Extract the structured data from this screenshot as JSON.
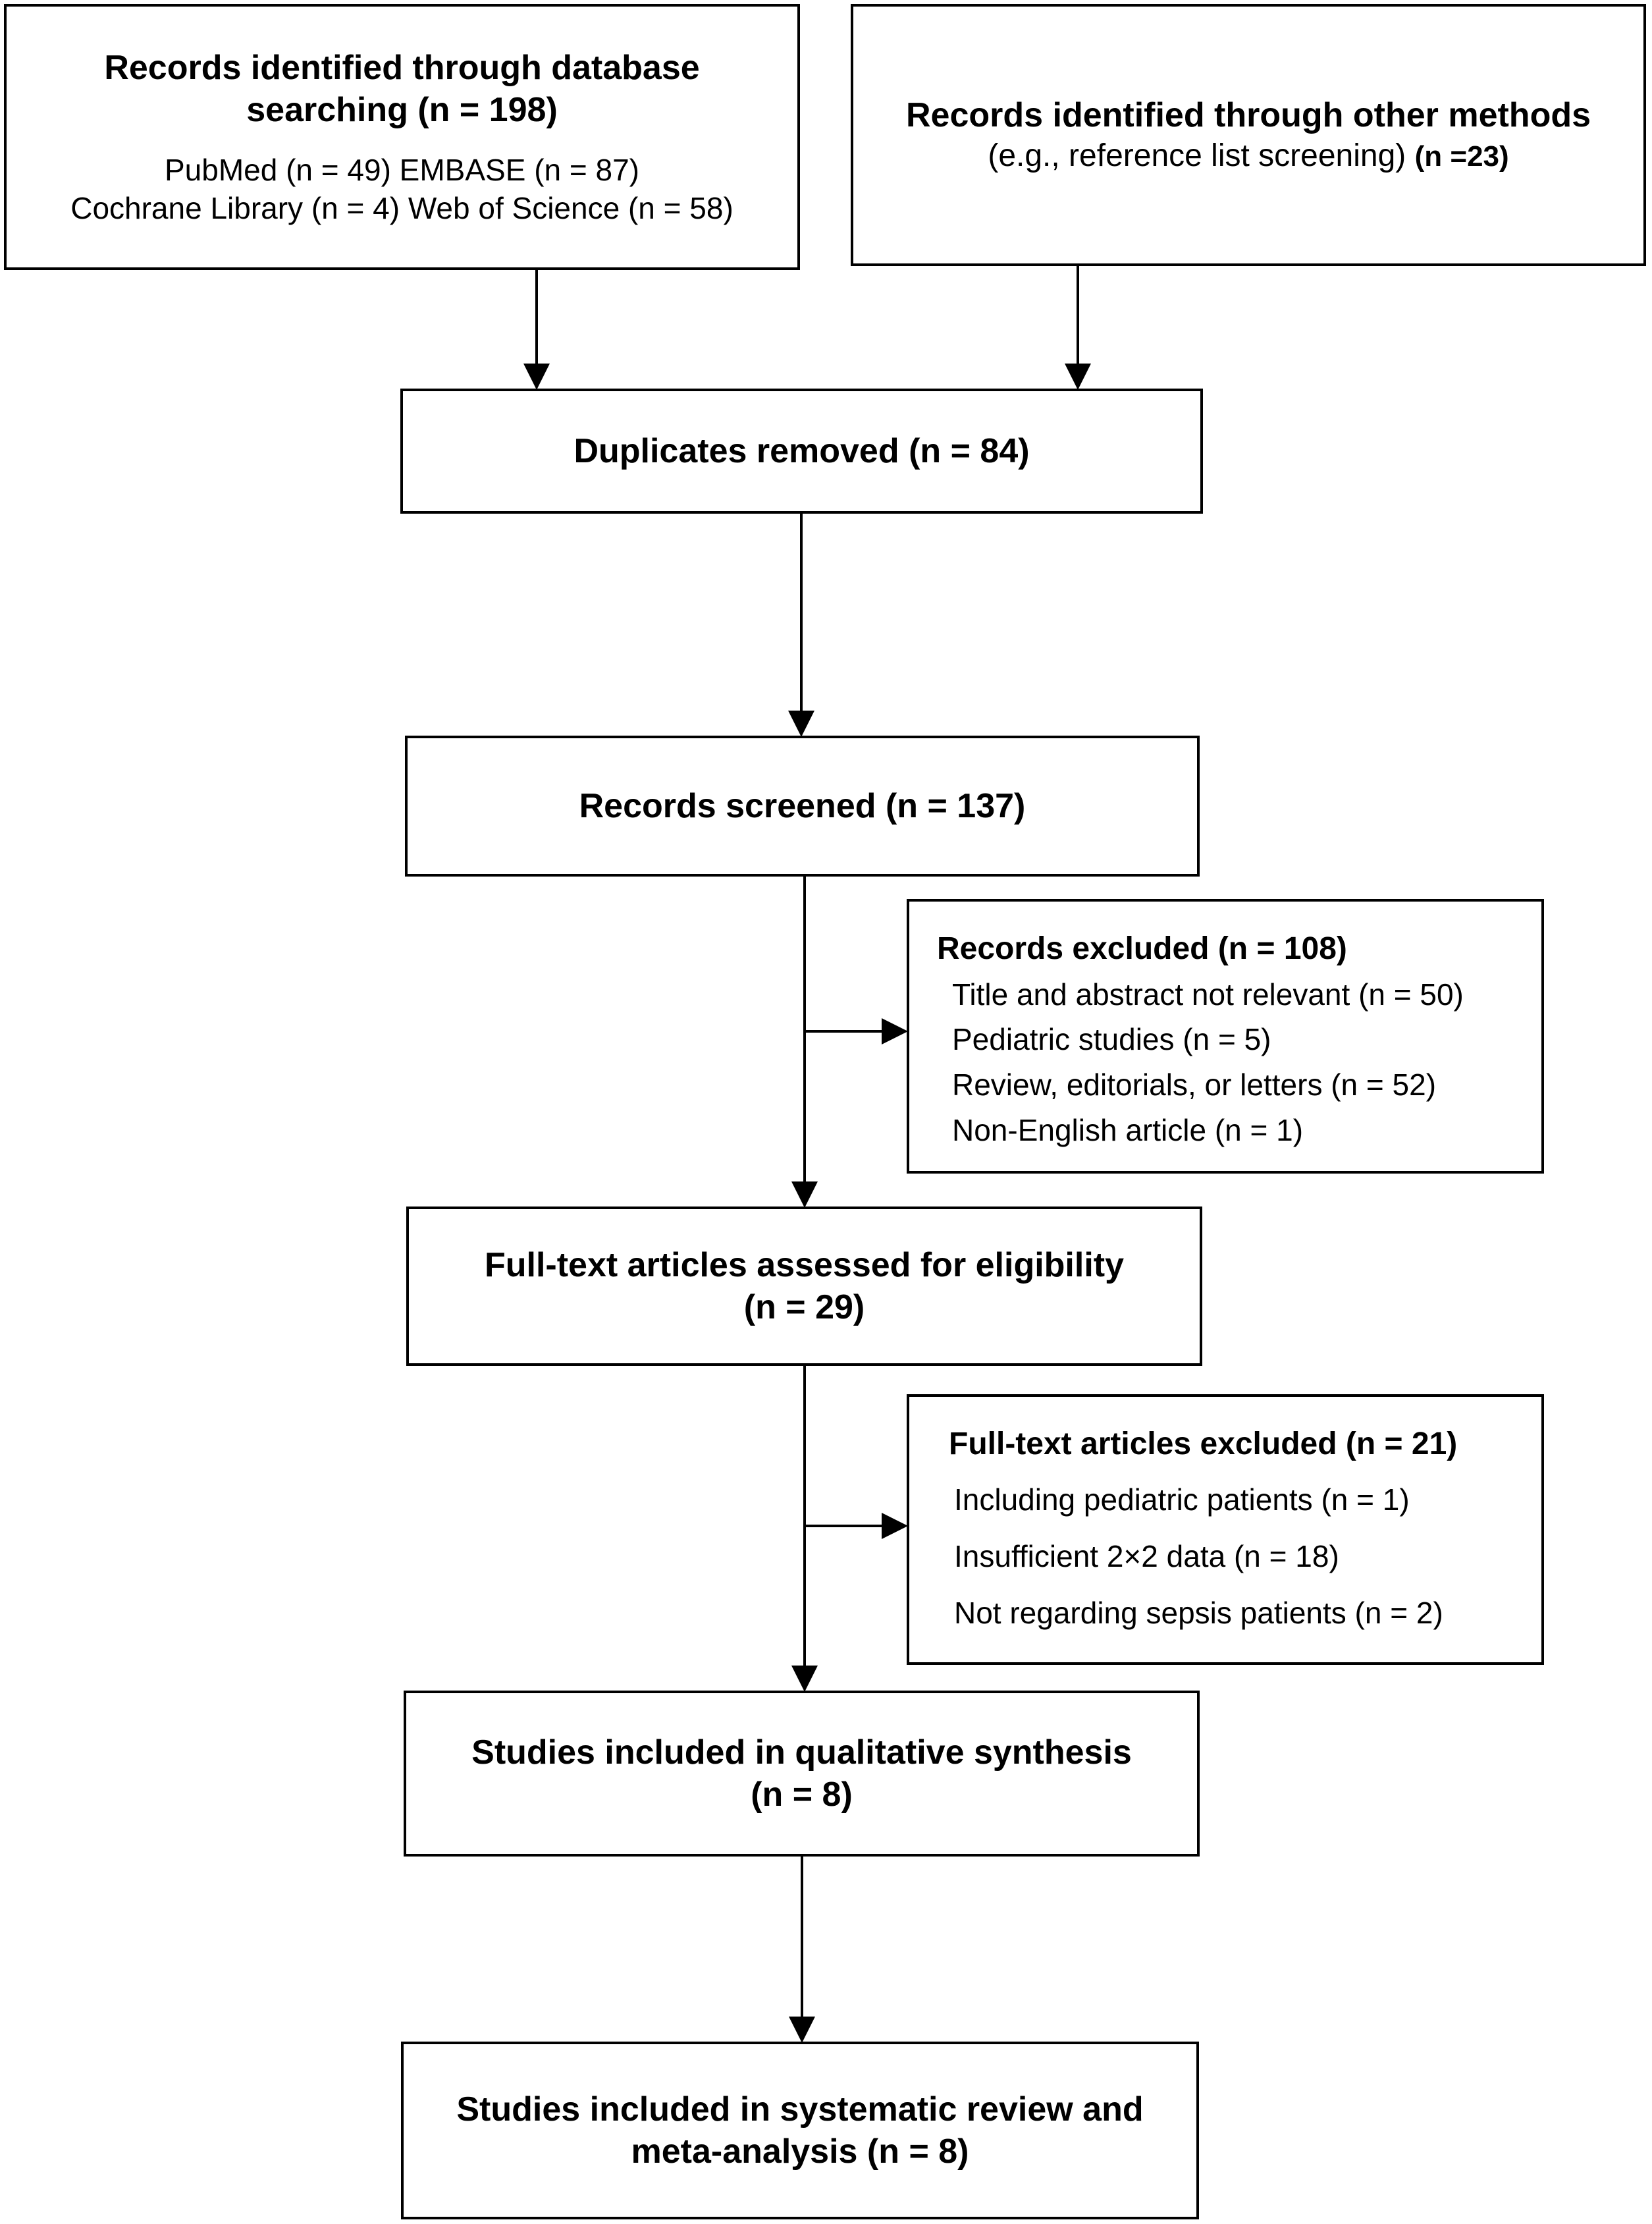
{
  "boxes": {
    "db_search": {
      "title_line1": "Records identified through database",
      "title_line2": "searching (n = 198)",
      "line3": "PubMed (n = 49) EMBASE (n = 87)",
      "line4": "Cochrane Library (n = 4) Web of Science (n = 58)"
    },
    "other_methods": {
      "title": "Records identified through other methods",
      "subtitle": "(e.g., reference list screening)",
      "count": "(n =23)"
    },
    "duplicates": {
      "title": "Duplicates removed (n = 84)"
    },
    "screened": {
      "title": "Records screened (n = 137)"
    },
    "records_excluded": {
      "title": "Records excluded (n = 108)",
      "items": [
        "Title and abstract not relevant (n = 50)",
        "Pediatric studies (n = 5)",
        "Review, editorials, or letters (n = 52)",
        "Non-English article (n = 1)"
      ]
    },
    "fulltext": {
      "title_line1": "Full-text articles assessed for eligibility",
      "title_line2": "(n = 29)"
    },
    "fulltext_excluded": {
      "title": "Full-text articles excluded (n = 21)",
      "items": [
        "Including pediatric patients (n = 1)",
        "Insufficient 2×2 data (n = 18)",
        "Not regarding sepsis patients (n = 2)"
      ]
    },
    "qualitative": {
      "title_line1": "Studies included in qualitative synthesis",
      "title_line2": "(n = 8)"
    },
    "meta": {
      "title_line1": "Studies included in systematic review and",
      "title_line2": "meta-analysis (n = 8)"
    }
  }
}
